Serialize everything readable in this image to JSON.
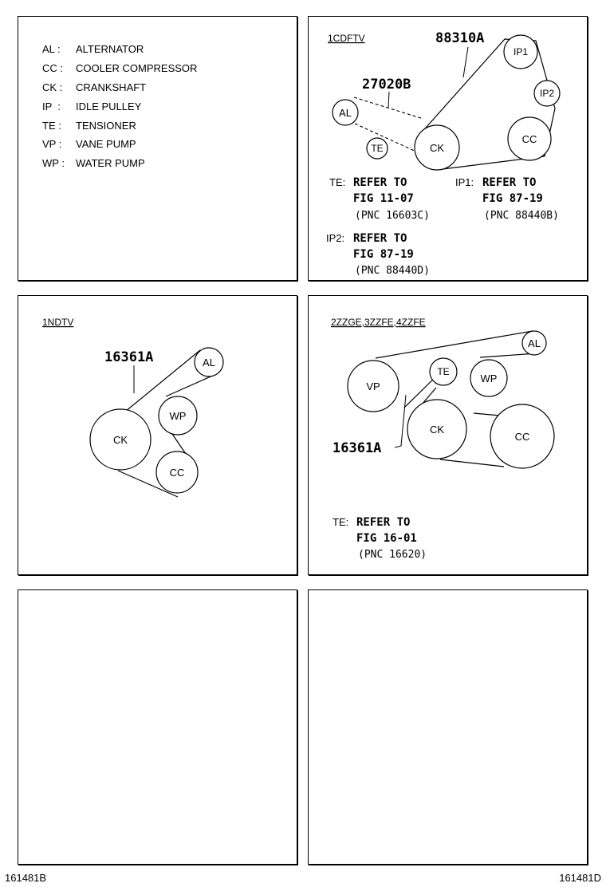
{
  "legend": [
    {
      "abbr": "AL :",
      "name": "ALTERNATOR"
    },
    {
      "abbr": "CC :",
      "name": "COOLER COMPRESSOR"
    },
    {
      "abbr": "CK :",
      "name": "CRANKSHAFT"
    },
    {
      "abbr": "IP  :",
      "name": "IDLE PULLEY"
    },
    {
      "abbr": "TE :",
      "name": "TENSIONER"
    },
    {
      "abbr": "VP :",
      "name": "VANE PUMP"
    },
    {
      "abbr": "WP :",
      "name": "WATER PUMP"
    }
  ],
  "diagram1": {
    "engine": "1CDFTV",
    "part_main": "88310A",
    "part_sub": "27020B",
    "pulleys": {
      "ip1": "IP1",
      "ip2": "IP2",
      "al": "AL",
      "te": "TE",
      "ck": "CK",
      "cc": "CC"
    },
    "notes": [
      {
        "tag": "TE:",
        "line1": "REFER TO",
        "line2": "FIG 11-07",
        "line3": "(PNC 16603C)"
      },
      {
        "tag": "IP1:",
        "line1": "REFER TO",
        "line2": "FIG 87-19",
        "line3": "(PNC 88440B)"
      },
      {
        "tag": "IP2:",
        "line1": "REFER TO",
        "line2": "FIG 87-19",
        "line3": "(PNC 88440D)"
      }
    ]
  },
  "diagram2": {
    "engine": "1NDTV",
    "part_main": "16361A",
    "pulleys": {
      "al": "AL",
      "wp": "WP",
      "ck": "CK",
      "cc": "CC"
    }
  },
  "diagram3": {
    "engine": "2ZZGE,3ZZFE,4ZZFE",
    "part_main": "16361A",
    "pulleys": {
      "al": "AL",
      "vp": "VP",
      "te": "TE",
      "wp": "WP",
      "ck": "CK",
      "cc": "CC"
    },
    "notes": [
      {
        "tag": "TE:",
        "line1": "REFER TO",
        "line2": "FIG 16-01",
        "line3": "(PNC 16620)"
      }
    ]
  },
  "footer": {
    "left": "161481B",
    "right": "161481D"
  }
}
